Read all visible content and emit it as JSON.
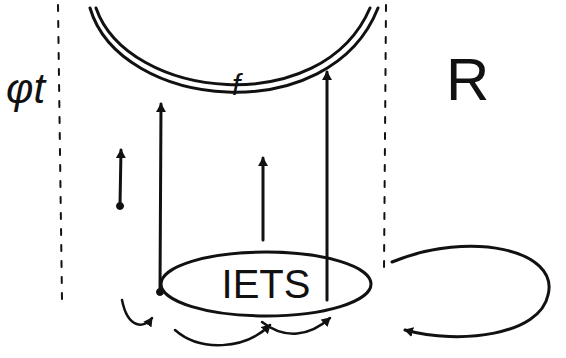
{
  "diagram": {
    "nodes": [
      {
        "text": [
          "IETS"
        ]
      }
    ],
    "labels": [
      "φt",
      "f",
      "R"
    ]
  }
}
